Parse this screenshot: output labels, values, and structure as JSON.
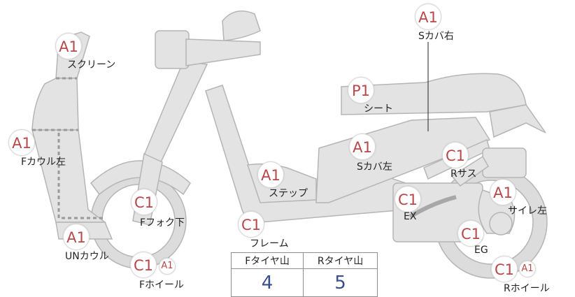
{
  "tire_table": {
    "headers": [
      "Fタイヤ山",
      "Rタイヤ山"
    ],
    "values": [
      "4",
      "5"
    ]
  },
  "parts": [
    {
      "name": "screen",
      "grades": [
        "A1"
      ],
      "label": "スクリーン"
    },
    {
      "name": "s-cover-right",
      "grades": [
        "A1"
      ],
      "label": "Sカバ右"
    },
    {
      "name": "seat",
      "grades": [
        "P1"
      ],
      "label": "シート"
    },
    {
      "name": "f-cowl-left",
      "grades": [
        "A1"
      ],
      "label": "Fカウル左"
    },
    {
      "name": "s-cover-left",
      "grades": [
        "A1"
      ],
      "label": "Sカバ左"
    },
    {
      "name": "r-suspension",
      "grades": [
        "C1"
      ],
      "label": "Rサス"
    },
    {
      "name": "step",
      "grades": [
        "A1"
      ],
      "label": "ステップ"
    },
    {
      "name": "muffler-left",
      "grades": [
        "A1"
      ],
      "label": "サイレ左"
    },
    {
      "name": "exhaust",
      "grades": [
        "C1"
      ],
      "label": "EX"
    },
    {
      "name": "f-fork-lower",
      "grades": [
        "C1"
      ],
      "label": "Fフォク下"
    },
    {
      "name": "frame",
      "grades": [
        "C1"
      ],
      "label": "フレーム"
    },
    {
      "name": "engine",
      "grades": [
        "C1"
      ],
      "label": "EG"
    },
    {
      "name": "un-cowl",
      "grades": [
        "A1"
      ],
      "label": "UNカウル"
    },
    {
      "name": "f-wheel",
      "grades": [
        "C1",
        "A1"
      ],
      "label": "Fホイール"
    },
    {
      "name": "r-wheel",
      "grades": [
        "C1",
        "A1"
      ],
      "label": "Rホイール"
    }
  ]
}
